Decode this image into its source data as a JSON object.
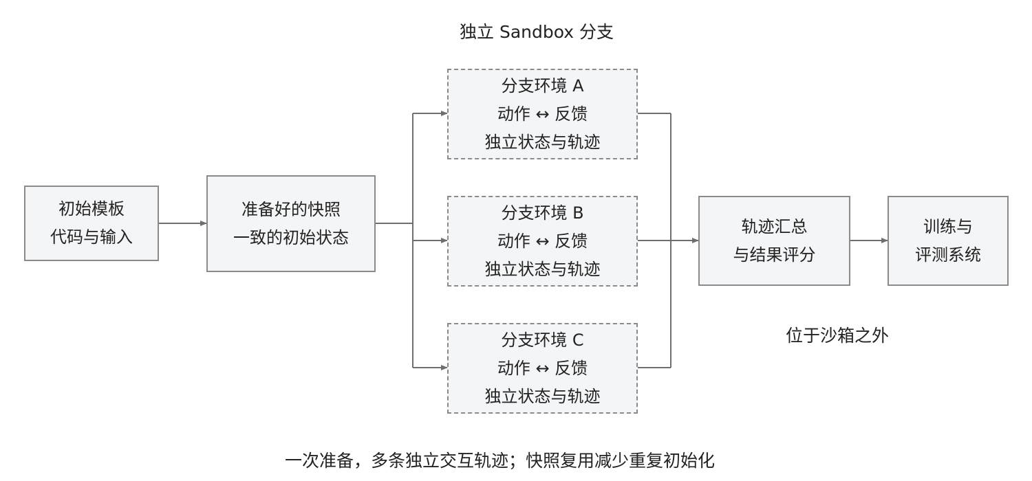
{
  "colors": {
    "box_fill": "#f4f5f7",
    "border": "#8a8a8a",
    "connector": "#6e6e6e",
    "text": "#222222"
  },
  "diagram": {
    "header_label": "独立 Sandbox 分支",
    "outside_label": "位于沙箱之外",
    "footer_caption": "一次准备，多条独立交互轨迹；快照复用减少重复初始化",
    "nodes": {
      "template": {
        "line1": "初始模板",
        "line2": "代码与输入"
      },
      "snapshot": {
        "line1": "准备好的快照",
        "line2": "一致的初始状态"
      },
      "branch_a": {
        "line1": "分支环境 A",
        "line2": "动作 ↔ 反馈",
        "line3": "独立状态与轨迹"
      },
      "branch_b": {
        "line1": "分支环境 B",
        "line2": "动作 ↔ 反馈",
        "line3": "独立状态与轨迹"
      },
      "branch_c": {
        "line1": "分支环境 C",
        "line2": "动作 ↔ 反馈",
        "line3": "独立状态与轨迹"
      },
      "aggregate": {
        "line1": "轨迹汇总",
        "line2": "与结果评分"
      },
      "training": {
        "line1": "训练与",
        "line2": "评测系统"
      }
    }
  }
}
